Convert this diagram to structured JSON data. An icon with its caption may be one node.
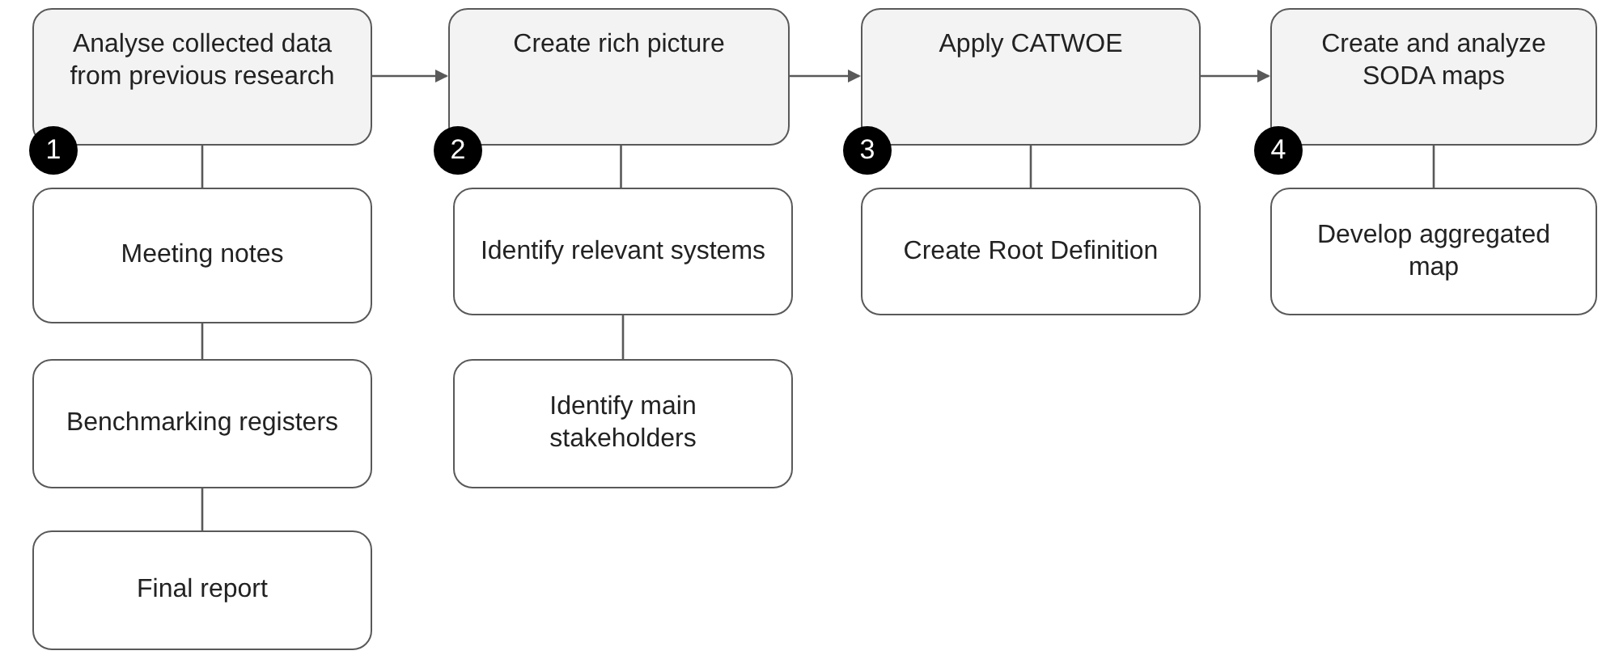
{
  "diagram": {
    "nodes": [
      {
        "text": [
          "Analyse collected data from previous research"
        ]
      },
      {
        "text": [
          "1"
        ]
      },
      {
        "text": [
          "Meeting notes"
        ]
      },
      {
        "text": [
          "Benchmarking registers"
        ]
      },
      {
        "text": [
          "Final report"
        ]
      },
      {
        "text": [
          "Create rich picture"
        ]
      },
      {
        "text": [
          "2"
        ]
      },
      {
        "text": [
          "Identify relevant systems"
        ]
      },
      {
        "text": [
          "Identify main stakeholders"
        ]
      },
      {
        "text": [
          "Apply CATWOE"
        ]
      },
      {
        "text": [
          "3"
        ]
      },
      {
        "text": [
          "Create Root Definition"
        ]
      },
      {
        "text": [
          "Create and analyze SODA maps"
        ]
      },
      {
        "text": [
          "4"
        ]
      },
      {
        "text": [
          "Develop aggregated map"
        ]
      }
    ],
    "edges": [
      {
        "from": 0,
        "to": 5,
        "arrow": "to"
      },
      {
        "from": 5,
        "to": 9,
        "arrow": "to"
      },
      {
        "from": 9,
        "to": 12,
        "arrow": "to"
      },
      {
        "from": 0,
        "to": 2,
        "arrow": "none"
      },
      {
        "from": 2,
        "to": 3,
        "arrow": "none"
      },
      {
        "from": 3,
        "to": 4,
        "arrow": "none"
      },
      {
        "from": 5,
        "to": 7,
        "arrow": "none"
      },
      {
        "from": 7,
        "to": 8,
        "arrow": "none"
      },
      {
        "from": 9,
        "to": 11,
        "arrow": "none"
      },
      {
        "from": 12,
        "to": 14,
        "arrow": "none"
      }
    ]
  }
}
